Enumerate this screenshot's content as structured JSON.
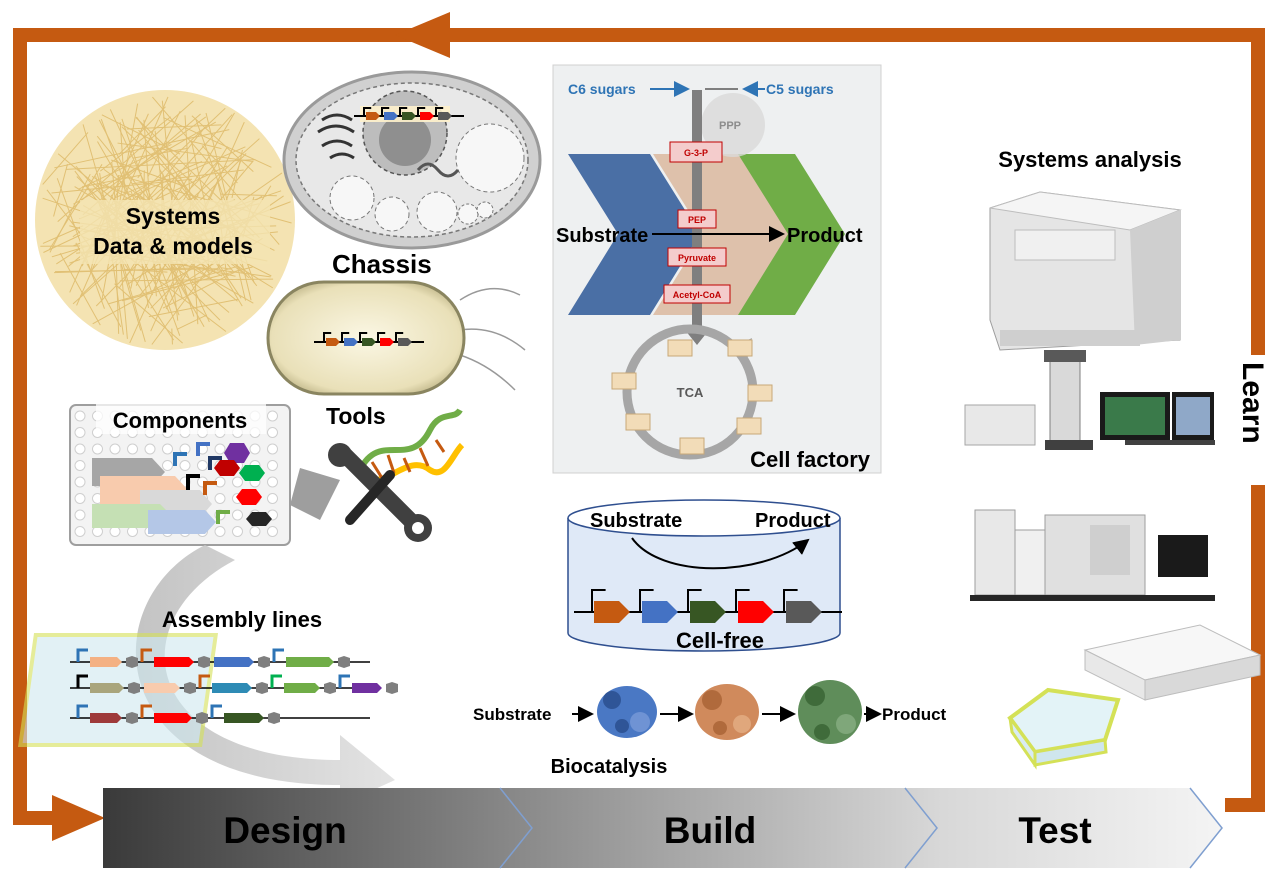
{
  "cycle": {
    "learn": "Learn",
    "stages": [
      "Design",
      "Build",
      "Test"
    ]
  },
  "design": {
    "systems_line1": "Systems",
    "systems_line2": "Data & models",
    "chassis": "Chassis",
    "components": "Components",
    "tools": "Tools",
    "assembly_lines": "Assembly lines"
  },
  "cell_factory": {
    "c6": "C6 sugars",
    "c5": "C5 sugars",
    "ppp": "PPP",
    "g3p": "G-3-P",
    "pep": "PEP",
    "pyruvate": "Pyruvate",
    "acetyl_coa": "Acetyl-CoA",
    "substrate": "Substrate",
    "product": "Product",
    "tca": "TCA",
    "title": "Cell factory"
  },
  "cell_free": {
    "substrate": "Substrate",
    "product": "Product",
    "title": "Cell-free"
  },
  "biocatalysis": {
    "substrate": "Substrate",
    "product": "Product",
    "title": "Biocatalysis"
  },
  "test": {
    "systems_analysis": "Systems analysis"
  },
  "colors": {
    "cycle_orange": "#c55a11",
    "blue_text": "#2e74b5",
    "chevron_blue": "#4a6fa5",
    "chevron_tan": "#d9b59a",
    "chevron_green": "#70ad47",
    "gene_orange": "#c55a11",
    "gene_blue": "#4472c4",
    "gene_green": "#375623",
    "gene_red": "#ff0000",
    "gene_gray": "#595959"
  }
}
